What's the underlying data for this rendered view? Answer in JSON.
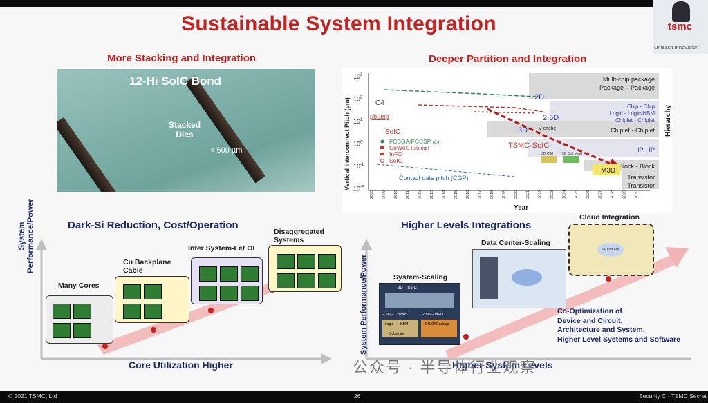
{
  "slide": {
    "title": "Sustainable System Integration",
    "page_number": "26",
    "footer_left": "© 2021 TSMC, Ltd",
    "footer_right": "Security C - TSMC Secret"
  },
  "webcam": {
    "logo_text": "tsmc",
    "tagline": "Unleash Innovation"
  },
  "q1": {
    "title": "More Stacking and Integration",
    "photo_title": "12-Hi SoIC Bond",
    "photo_label_line1": "Stacked",
    "photo_label_line2": "Dies",
    "dimension_label": "< 600 µm"
  },
  "q2": {
    "title": "Deeper Partition and Integration",
    "ylabel": "Vertical Interconnect Pitch (µm)",
    "xlabel": "Year",
    "hierarchy_label": "Hierarchy",
    "ytick_labels": [
      "10",
      "10",
      "10",
      "10",
      "10",
      "10"
    ],
    "ytick_exponents": [
      "3",
      "2",
      "1",
      "0",
      "-1",
      "-2"
    ],
    "years": [
      "2008",
      "2009",
      "2010",
      "2011",
      "2012",
      "2013",
      "2014",
      "2015",
      "2016",
      "2017",
      "2018",
      "2019",
      "2020",
      "2021",
      "2022",
      "2023",
      "2024",
      "2025",
      "2026",
      "2027",
      "2028",
      "2029",
      "2030"
    ],
    "hierarchy_bars": [
      {
        "line1": "Multi-chip package",
        "line2": "Package – Package"
      },
      {
        "line1": "Chip - Chip",
        "line2": "Logic - Logic/HBM",
        "line3": "Chiplet - Chiplet"
      },
      {
        "line1": "Chiplet - Chiplet"
      },
      {
        "line1": "IP - IP"
      },
      {
        "line1": "Block - Block"
      },
      {
        "line1": "Transistor",
        "line2": "-Transistor"
      }
    ],
    "annotations": {
      "c4": "C4",
      "ubump": "µbump",
      "soic": "SoIC",
      "d2": "2D",
      "d25": "2.5D",
      "d3": "3D",
      "vcache": "V-cache",
      "tsmc_soic": "TSMC-SoIC",
      "m3d": "M3D",
      "cgp": "Contact gate pitch (CGP)",
      "soic_chip1": "3D CIM",
      "soic_chip2": "3D Cell Mem"
    },
    "legend": [
      {
        "label": "FCBGA/FCCSP",
        "suffix": "(C4)",
        "color": "#2e8b57"
      },
      {
        "label": "CoWoS",
        "suffix": "(µbump)",
        "color": "#c0392b"
      },
      {
        "label": "InFO",
        "suffix": "",
        "color": "#c0392b"
      },
      {
        "label": "SoIC",
        "suffix": "",
        "color": "#c0392b"
      }
    ]
  },
  "q3": {
    "title": "Dark-Si Reduction, Cost/Operation",
    "ylabel_line1": "System",
    "ylabel_line2": "Performance/Power",
    "xlabel": "Core Utilization Higher",
    "stages": [
      {
        "label_line1": "Many Cores",
        "label_line2": ""
      },
      {
        "label_line1": "Cu Backplane",
        "label_line2": "Cable"
      },
      {
        "label_line1": "Inter System-Let OI",
        "label_line2": ""
      },
      {
        "label_line1": "Disaggregated",
        "label_line2": "Systems"
      }
    ]
  },
  "q4": {
    "title": "Higher Levels Integrations",
    "ylabel": "System Performance/Power",
    "xlabel": "Higher System Levels",
    "stages": [
      {
        "label": "System-Scaling"
      },
      {
        "label": "Data Center-Scaling"
      },
      {
        "label": "Cloud Integration"
      }
    ],
    "cowos_label": "2.5D – CoWoS",
    "info_label": "2.5D – InFO",
    "soic_label": "3D – SoIC",
    "logic_label": "Logic",
    "hbm_label": "HBM",
    "dram_label": "DRAM Package",
    "substrate_label": "Substrate",
    "network_label": "NETWORK",
    "co_opt_lines": [
      "Co-Optimization of",
      "Device and Circuit,",
      "Architecture and System,",
      "Higher Level Systems and Software"
    ]
  },
  "watermark": "公众号 · 半导体行业观察",
  "colors": {
    "title_red": "#c8201e",
    "subtitle_navy": "#1c2a6b",
    "chip_green": "#2e7d32",
    "arrow_pink": "#f2b3b3"
  }
}
